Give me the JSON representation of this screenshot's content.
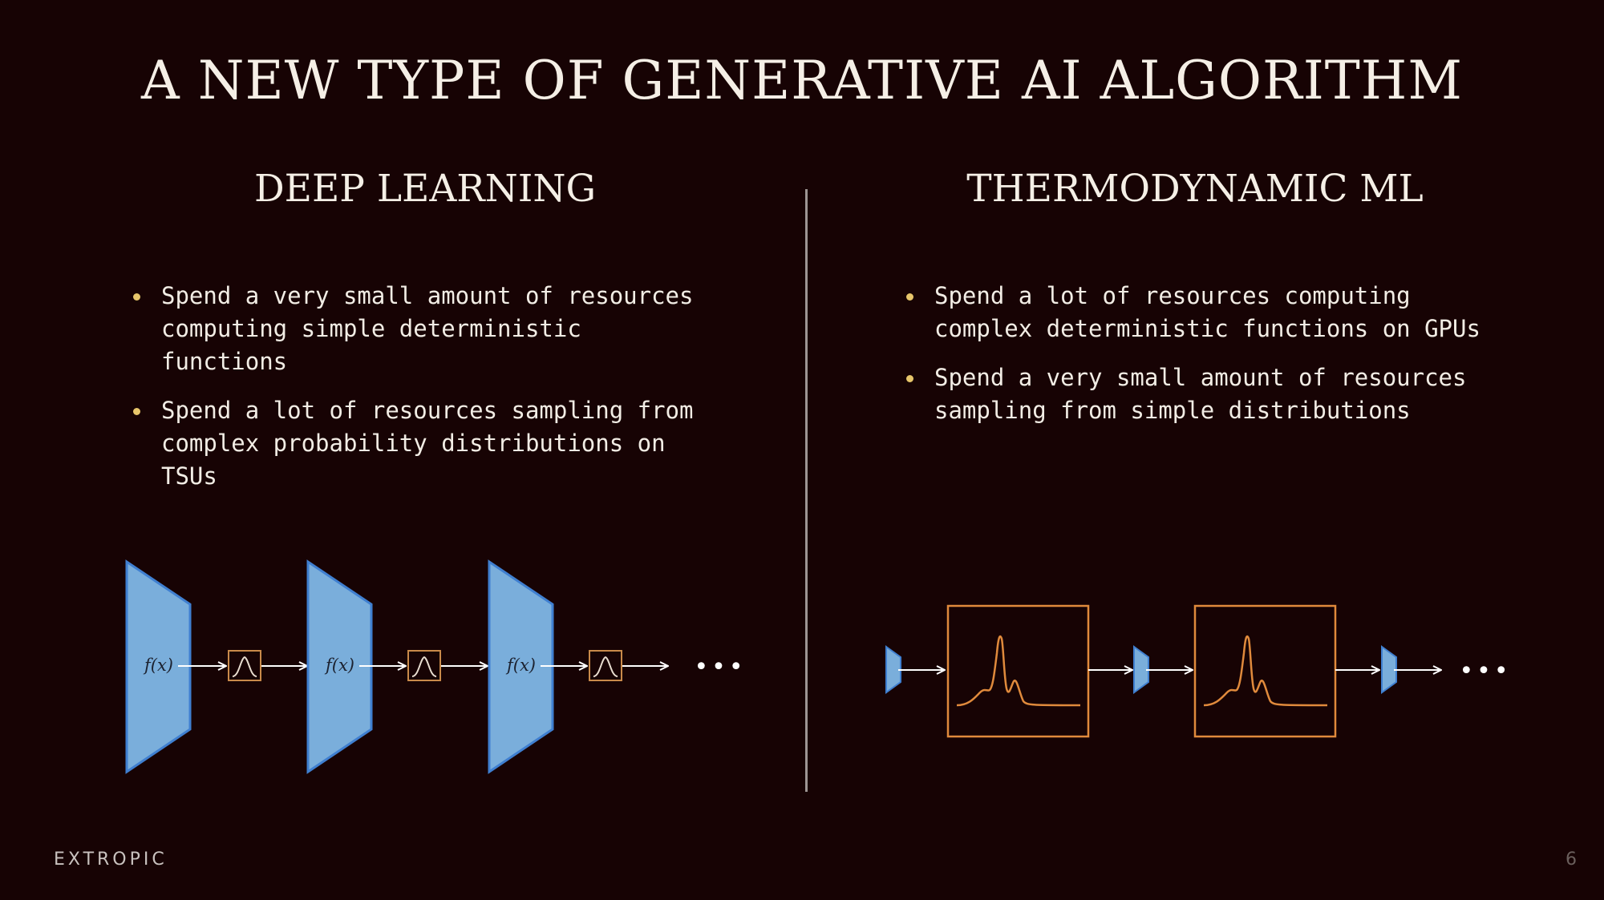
{
  "slide": {
    "title": "A NEW TYPE OF GENERATIVE AI ALGORITHM",
    "page_number": "6"
  },
  "brand": {
    "name": "EXTROPIC"
  },
  "left": {
    "heading": "DEEP LEARNING",
    "bullets": [
      "Spend a very small amount of resources computing simple deterministic functions",
      "Spend a lot of resources sampling from complex probability distributions on TSUs"
    ],
    "diagram": {
      "block_label": "f(x)",
      "ellipsis": "•••"
    }
  },
  "right": {
    "heading": "THERMODYNAMIC ML",
    "bullets": [
      "Spend a lot of resources computing complex deterministic functions on GPUs",
      "Spend a very small amount of resources sampling from simple distributions"
    ],
    "diagram": {
      "ellipsis": "•••"
    }
  },
  "colors": {
    "background": "#170304",
    "block_fill": "#7aaedb",
    "block_stroke": "#3f7fd0",
    "distribution": "#e08a3c",
    "bullet": "#e7c66b"
  }
}
